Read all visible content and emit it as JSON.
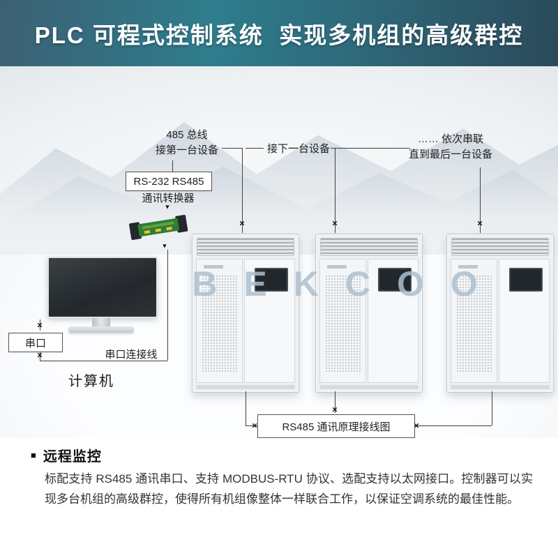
{
  "header": {
    "title": "PLC 可程式控制系统  实现多机组的高级群控"
  },
  "watermark": "BEKCOO",
  "labels": {
    "bus": {
      "line1": "485 总线",
      "line2": "接第一台设备"
    },
    "next_device": "接下一台设备",
    "chain": {
      "line1": "…… 依次串联",
      "line2": "直到最后一台设备"
    },
    "converter": {
      "line1": "RS-232 RS485",
      "line2": "通讯转换器"
    },
    "serial_port": "串口",
    "serial_cable": "串口连接线",
    "computer": "计算机",
    "wiring_box": "RS485 通讯原理接线图"
  },
  "glyphs": {
    "cross": "×",
    "arrow_down": "▼"
  },
  "footer": {
    "bullet": "■",
    "heading": "远程监控",
    "body": "标配支持 RS485 通讯串口、支持 MODBUS-RTU 协议、选配支持以太网接口。控制器可以实现多台机组的高级群控，使得所有机组像整体一样联合工作，以保证空调系统的最佳性能。"
  },
  "colors": {
    "header_teal": "#2e7d8d",
    "header_dark": "#2a4a5a",
    "line": "#3f3f3f"
  }
}
